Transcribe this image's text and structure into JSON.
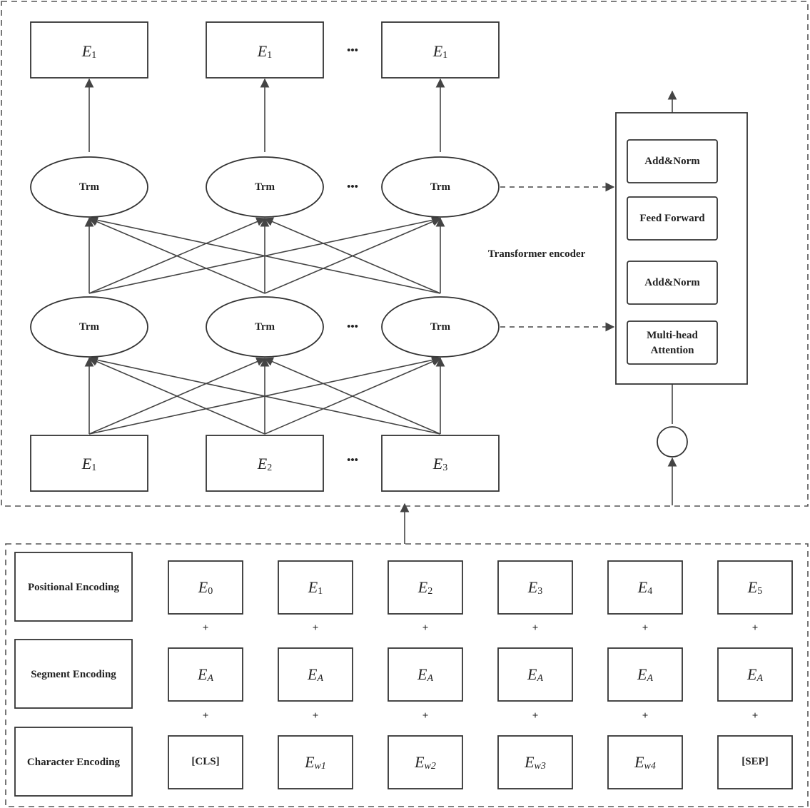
{
  "transformer": {
    "label": "Transformer encoder",
    "ellipsis": "•••",
    "outputs": [
      {
        "base": "E",
        "sub": "1"
      },
      {
        "base": "E",
        "sub": "1"
      },
      {
        "base": "E",
        "sub": "1"
      }
    ],
    "layer2": [
      "Trm",
      "Trm",
      "Trm"
    ],
    "layer1": [
      "Trm",
      "Trm",
      "Trm"
    ],
    "inputs": [
      {
        "base": "E",
        "sub": "1"
      },
      {
        "base": "E",
        "sub": "2"
      },
      {
        "base": "E",
        "sub": "3"
      }
    ]
  },
  "encoder_block": {
    "blocks": [
      "Add&Norm",
      "Feed Forward",
      "Add&Norm",
      "Multi-head Attention"
    ]
  },
  "embeddings": {
    "rows": [
      {
        "label": "Positional Encoding",
        "cells": [
          {
            "base": "E",
            "sub": "0"
          },
          {
            "base": "E",
            "sub": "1"
          },
          {
            "base": "E",
            "sub": "2"
          },
          {
            "base": "E",
            "sub": "3"
          },
          {
            "base": "E",
            "sub": "4"
          },
          {
            "base": "E",
            "sub": "5"
          }
        ]
      },
      {
        "label": "Segment Encoding",
        "cells": [
          {
            "base": "E",
            "sub": "A"
          },
          {
            "base": "E",
            "sub": "A"
          },
          {
            "base": "E",
            "sub": "A"
          },
          {
            "base": "E",
            "sub": "A"
          },
          {
            "base": "E",
            "sub": "A"
          },
          {
            "base": "E",
            "sub": "A"
          }
        ]
      },
      {
        "label": "Character Encoding",
        "cells": [
          {
            "text": "[CLS]"
          },
          {
            "base": "E",
            "sub": "w1"
          },
          {
            "base": "E",
            "sub": "w2"
          },
          {
            "base": "E",
            "sub": "w3"
          },
          {
            "base": "E",
            "sub": "w4"
          },
          {
            "text": "[SEP]"
          }
        ]
      }
    ],
    "plus": "+"
  }
}
